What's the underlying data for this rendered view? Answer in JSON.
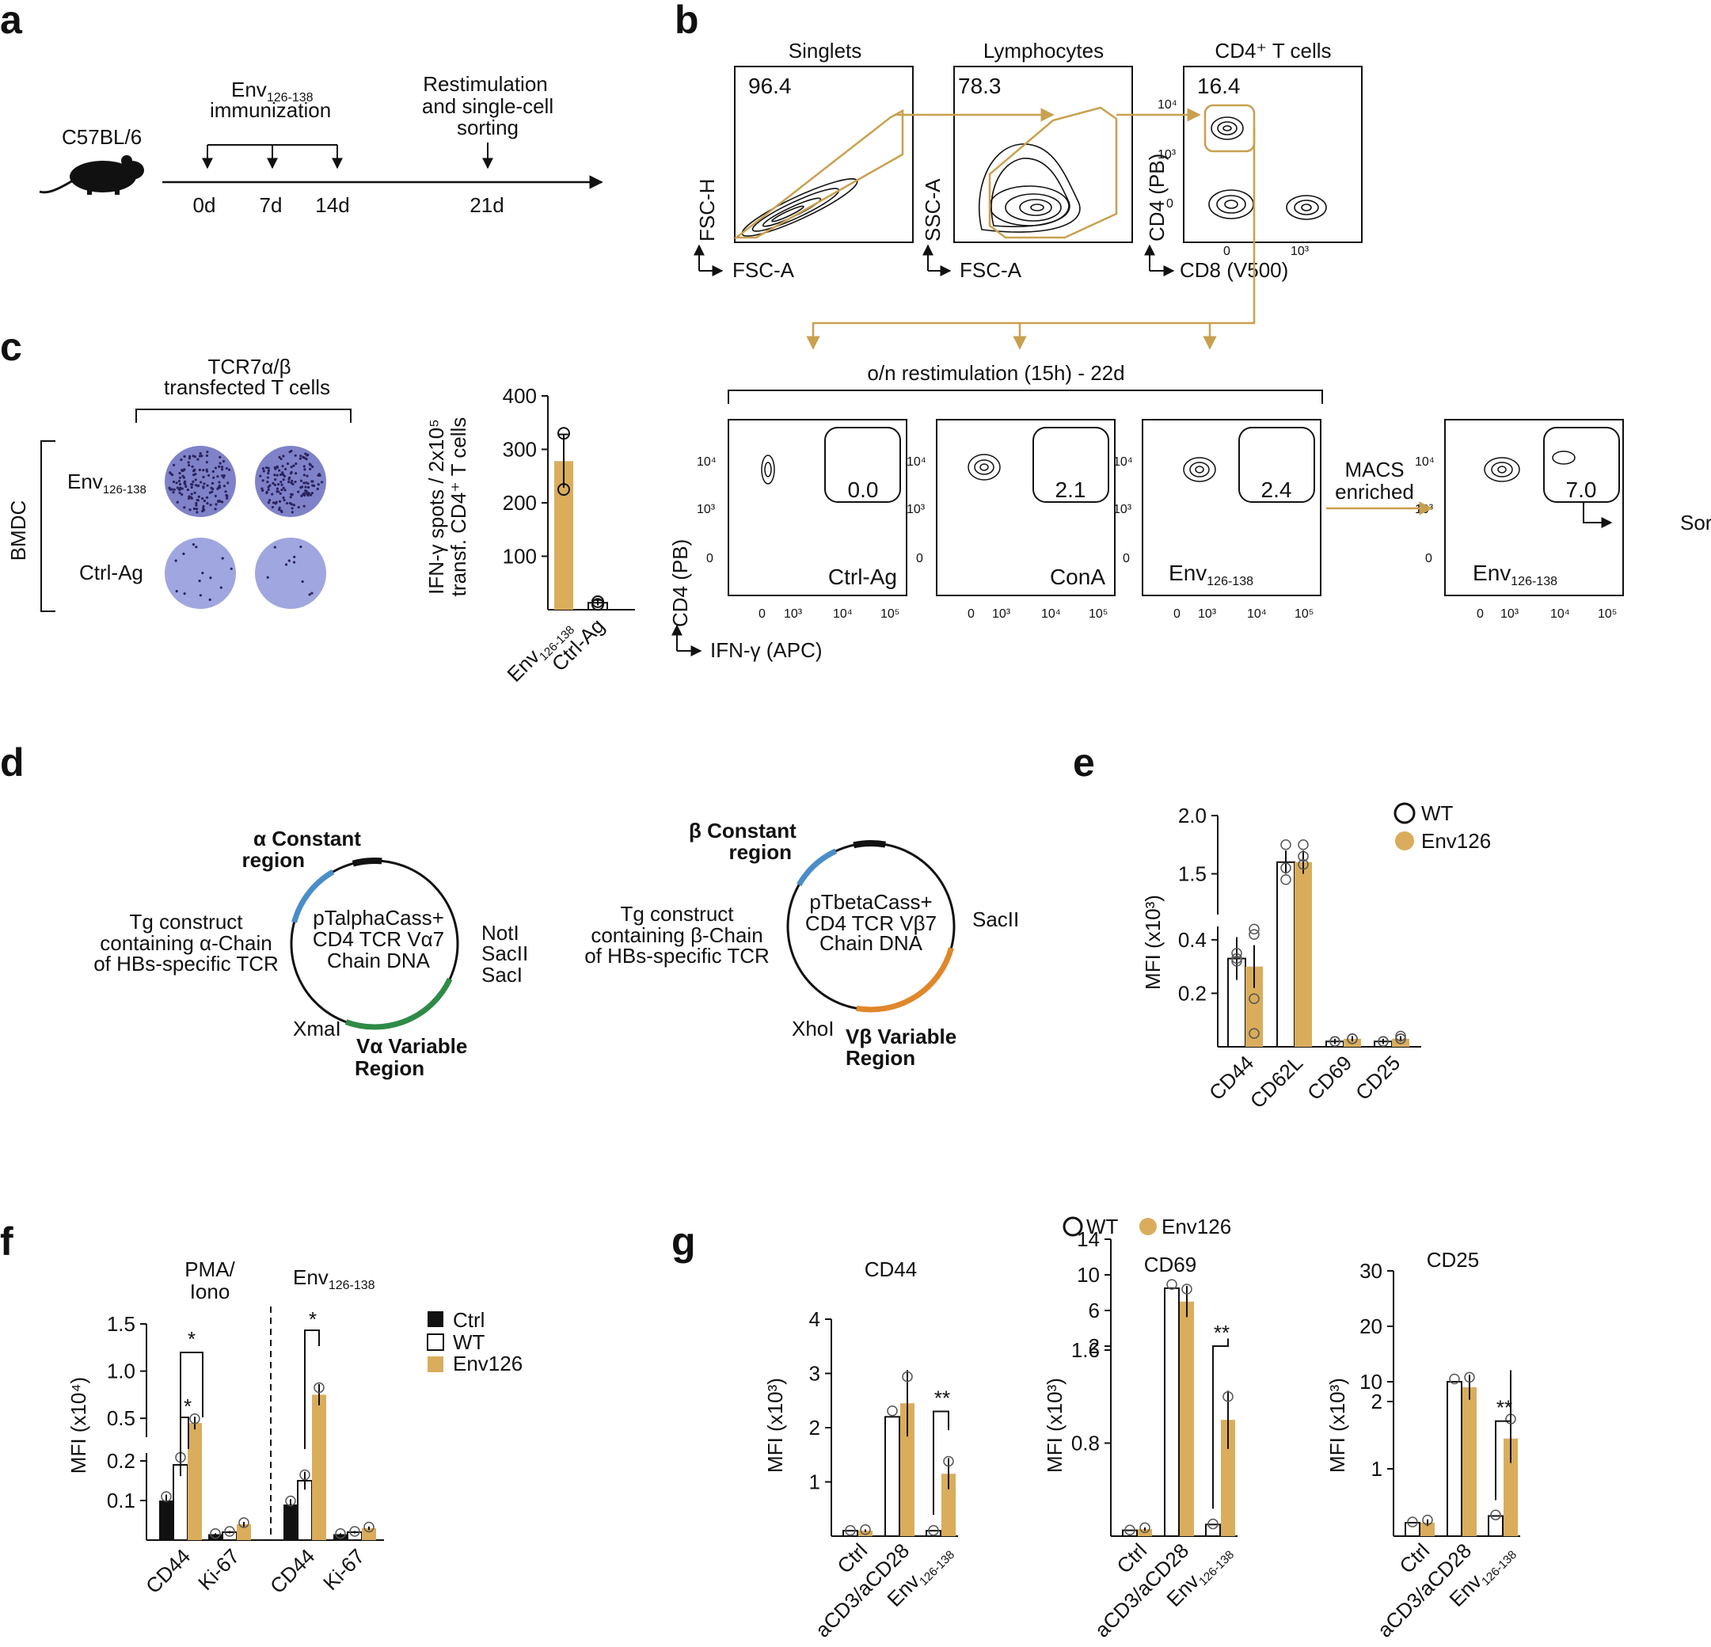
{
  "colors": {
    "gold": "#d9ad5b",
    "gold_line": "#c9a050",
    "black": "#111111",
    "blue": "#4a8ec9",
    "green": "#2e8b47",
    "orange": "#e0872a",
    "plate": "#8d8fd0"
  },
  "panel_labels": {
    "a": "a",
    "b": "b",
    "c": "c",
    "d": "d",
    "e": "e",
    "f": "f",
    "g": "g"
  },
  "panel_a": {
    "strain": "C57BL/6",
    "immunization_line1": "Env126-138",
    "immunization_line2": "immunization",
    "imm_base": "Env",
    "imm_sub": "126-138",
    "restim_line1": "Restimulation",
    "restim_line2": "and single-cell",
    "restim_line3": "sorting",
    "days": [
      "0d",
      "7d",
      "14d",
      "21d"
    ],
    "icon": "mouse-icon"
  },
  "panel_b": {
    "gates": [
      {
        "title": "Singlets",
        "value": "96.4",
        "ylabel": "FSC-H",
        "xlabel": "FSC-A"
      },
      {
        "title": "Lymphocytes",
        "value": "78.3",
        "ylabel": "SSC-A",
        "xlabel": "FSC-A"
      },
      {
        "title": "CD4⁺ T cells",
        "value": "16.4",
        "ylabel": "CD4 (PB)",
        "xlabel": "CD8 (V500)",
        "yticks": [
          "10⁴",
          "10³",
          "0"
        ],
        "xticks": [
          "0",
          "10³"
        ]
      }
    ],
    "restim_title": "o/n restimulation (15h) - 22d",
    "plots": [
      {
        "label": "Ctrl-Ag",
        "value": "0.0"
      },
      {
        "label": "ConA",
        "value": "2.1"
      },
      {
        "label": "Env126-138",
        "label_base": "Env",
        "label_sub": "126-138",
        "value": "2.4"
      },
      {
        "label": "Env126-138",
        "label_base": "Env",
        "label_sub": "126-138",
        "value": "7.0"
      }
    ],
    "yticks": [
      "10⁴",
      "10³",
      "0"
    ],
    "xticks": [
      "0",
      "10³",
      "10⁴",
      "10⁵"
    ],
    "ylabel": "CD4 (PB)",
    "xlabel": "IFN-γ (APC)",
    "macs_line1": "MACS",
    "macs_line2": "enriched",
    "sorted": "Sorted"
  },
  "panel_c": {
    "title_line1": "TCR7α/β",
    "title_line2": "transfected T cells",
    "group": "BMDC",
    "row1_base": "Env",
    "row1_sub": "126-138",
    "row2": "Ctrl-Ag",
    "chart_data": {
      "type": "bar",
      "categories": [
        "Env126-138",
        "Ctrl-Ag"
      ],
      "values": [
        278,
        13
      ],
      "errors": [
        50,
        5
      ],
      "points": [
        [
          330,
          225
        ],
        [
          15,
          10
        ]
      ],
      "ylim": [
        0,
        400
      ],
      "yticks": [
        100,
        200,
        300,
        400
      ],
      "ylabel_line1": "IFN-γ spots / 2x10⁵",
      "ylabel_line2": "transf. CD4⁺ T cells",
      "xlabels_base": [
        "Env",
        "Ctrl-Ag"
      ],
      "xlabels_sub": [
        "126-138",
        ""
      ]
    }
  },
  "panel_d": {
    "left": {
      "top_line1": "α Constant",
      "top_line2": "region",
      "center_line1": "pTalphaCass+",
      "center_line2": "CD4 TCR Vα7",
      "center_line3": "Chain DNA",
      "left_line1": "Tg construct",
      "left_line2": "containing α-Chain",
      "left_line3": "of HBs-specific TCR",
      "right_line1": "NotI",
      "right_line2": "SacII",
      "right_line3": "SacI",
      "bottom_left": "XmaI",
      "bottom_line1": "Vα  Variable",
      "bottom_line2": "Region"
    },
    "right": {
      "top_line1": "β Constant",
      "top_line2": "region",
      "center_line1": "pTbetaCass+",
      "center_line2": "CD4 TCR Vβ7",
      "center_line3": "Chain DNA",
      "left_line1": "Tg construct",
      "left_line2": "containing β-Chain",
      "left_line3": "of HBs-specific TCR",
      "right_line1": "SacII",
      "bottom_left": "XhoI",
      "bottom_line1": "Vβ Variable",
      "bottom_line2": "Region"
    }
  },
  "panel_e": {
    "chart_data": {
      "type": "bar",
      "categories": [
        "CD44",
        "CD62L",
        "CD69",
        "CD25"
      ],
      "series": [
        {
          "name": "WT",
          "values": [
            0.33,
            1.6,
            0.02,
            0.02
          ]
        },
        {
          "name": "Env126",
          "values": [
            0.3,
            1.6,
            0.03,
            0.03
          ]
        }
      ],
      "yticks": [
        "0.2",
        "0.4",
        "1.5",
        "2.0"
      ],
      "ylabel": "MFI (x10³)",
      "legend": "top-right"
    }
  },
  "panel_f": {
    "group1_line1": "PMA/",
    "group1_line2": "Iono",
    "group2_base": "Env",
    "group2_sub": "126-138",
    "chart_data": {
      "type": "bar",
      "categories": [
        "CD44",
        "Ki-67",
        "CD44",
        "Ki-67"
      ],
      "series": [
        {
          "name": "Ctrl",
          "values": [
            0.1,
            0.015,
            0.09,
            0.015
          ]
        },
        {
          "name": "WT",
          "values": [
            0.19,
            0.02,
            0.15,
            0.02
          ]
        },
        {
          "name": "Env126",
          "values": [
            0.45,
            0.04,
            0.75,
            0.03
          ]
        }
      ],
      "yticks": [
        "0.1",
        "0.2",
        "0.5",
        "1.0",
        "1.5"
      ],
      "ylabel": "MFI (x10⁴)",
      "sig": [
        "*",
        "*",
        "*"
      ],
      "legend": "top-right"
    }
  },
  "panel_g": {
    "legend": [
      "WT",
      "Env126"
    ],
    "xlabels": [
      "Ctrl",
      "aCD3/aCD28"
    ],
    "env_base": "Env",
    "env_sub": "126-138",
    "sig": "**",
    "charts": [
      {
        "title": "CD44",
        "ylabel": "MFI (x10³)",
        "yticks": [
          "1",
          "2",
          "3",
          "4"
        ],
        "wt": [
          0.1,
          2.2,
          0.1
        ],
        "env": [
          0.1,
          2.45,
          1.15
        ]
      },
      {
        "title": "CD69",
        "ylabel": "MFI (x10³)",
        "yticks": [
          "0.8",
          "1.6",
          "2",
          "6",
          "10",
          "14"
        ],
        "wt": [
          0.05,
          8.5,
          0.1
        ],
        "env": [
          0.06,
          7,
          1.0
        ]
      },
      {
        "title": "CD25",
        "ylabel": "MFI (x10³)",
        "yticks": [
          "1",
          "2",
          "10",
          "20",
          "30"
        ],
        "wt": [
          0.2,
          10,
          0.3
        ],
        "env": [
          0.2,
          9,
          1.45
        ]
      }
    ]
  }
}
